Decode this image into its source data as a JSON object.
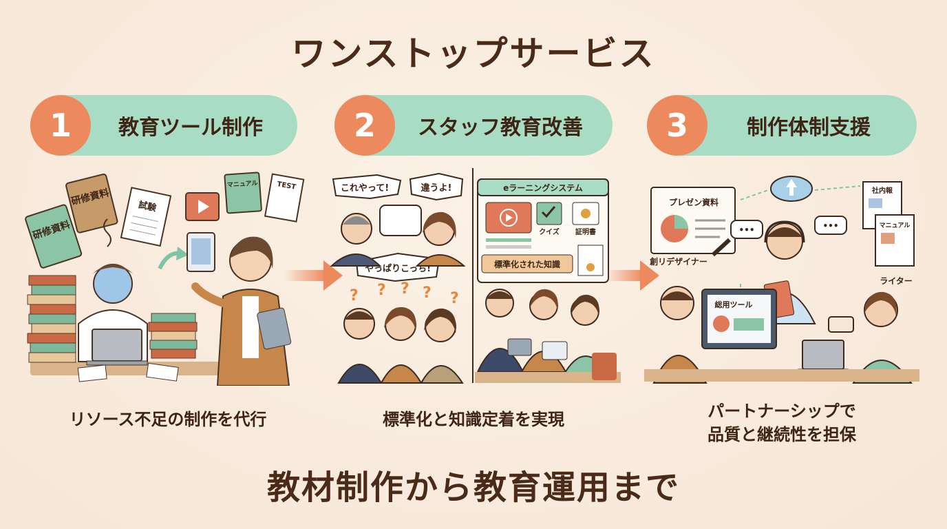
{
  "title": "ワンストップサービス",
  "subtitle": "教材制作から教育運用まで",
  "steps": [
    {
      "number": "1",
      "label": "教育ツール制作",
      "caption": "リソース不足の制作を代行"
    },
    {
      "number": "2",
      "label": "スタッフ教育改善",
      "caption": "標準化と知識定着を実現"
    },
    {
      "number": "3",
      "label": "制作体制支援",
      "caption_line1": "パートナーシップで",
      "caption_line2": "品質と継続性を担保"
    }
  ],
  "illus1": {
    "book1": "研修資料",
    "book2": "研修資料",
    "doc": "試験",
    "manual": "マニュアル",
    "test": "TEST"
  },
  "illus2": {
    "bubble1": "これやって!",
    "bubble2": "違うよ!",
    "bubble3": "やっぱりこっち!",
    "elearn_title": "eラーニングシステム",
    "quiz": "クイズ",
    "cert": "証明書",
    "standard": "標準化された知識"
  },
  "illus3": {
    "presentation": "プレゼン資料",
    "designer": "創リデザイナー",
    "newsletter": "社内報",
    "manual": "マニュアル",
    "writer": "ライター",
    "tool": "総用ツール"
  },
  "colors": {
    "accent": "#ec8a5e",
    "pill": "#a9dcc4",
    "text": "#4a2a18",
    "background": "#f8ebdd"
  }
}
